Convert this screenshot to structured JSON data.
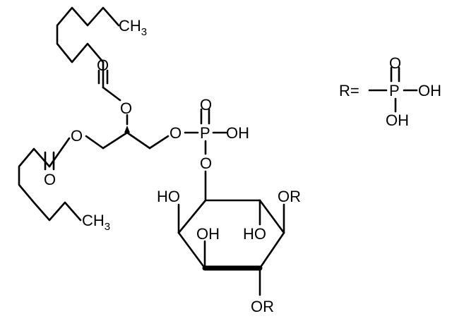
{
  "structure": {
    "chain_top_end": {
      "main": "CH",
      "sub": "3"
    },
    "chain_bottom_end": {
      "main": "CH",
      "sub": "3"
    },
    "ester_top_carbonyl_o": "O",
    "ester_top_link_o": "O",
    "ester_bottom_link_o": "O",
    "ester_bottom_carbonyl_o": "O",
    "glycerol_link_o": "O",
    "phosphate_p": "P",
    "phosphate_double_o": "O",
    "phosphate_oh": "OH",
    "phosphate_bridge_o": "O",
    "ring_oh_left": "HO",
    "ring_oh_front": "OH",
    "ring_oh_inner": "HO",
    "ring_or_top": "OR",
    "ring_or_bottom": "OR"
  },
  "r_definition": {
    "r_label": "R=",
    "p": "P",
    "double_o": "O",
    "oh_right": "OH",
    "oh_bottom": "OH"
  }
}
